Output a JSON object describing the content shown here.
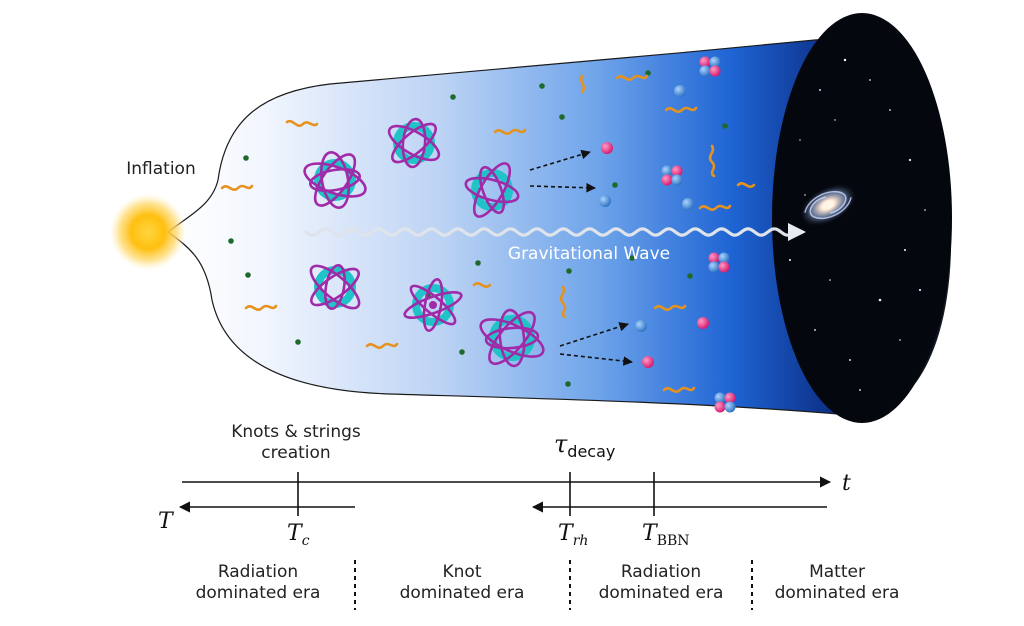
{
  "labels": {
    "inflation": "Inflation",
    "gw": "Gravitational Wave",
    "knots_line1": "Knots & strings",
    "knots_line2": "creation",
    "tau_sym": "τ",
    "tau_sub": "decay",
    "t_axis": "t",
    "T_axis": "T",
    "Tc_sym": "T",
    "Tc_sub": "c",
    "Trh_sym": "T",
    "Trh_sub": "rh",
    "Tbbn_sym": "T",
    "Tbbn_sub": "BBN"
  },
  "eras": [
    {
      "line1": "Radiation",
      "line2": "dominated era"
    },
    {
      "line1": "Knot",
      "line2": "dominated era"
    },
    {
      "line1": "Radiation",
      "line2": "dominated era"
    },
    {
      "line1": "Matter",
      "line2": "dominated era"
    }
  ],
  "colors": {
    "tube_light": "#f6f9ff",
    "tube_mid": "#5f9ae6",
    "tube_deep": "#0d47c2",
    "space": "#06070d",
    "knot_ring": "#1fc3c8",
    "knot_string": "#a02aa8",
    "string_bits": "#e6921f",
    "dots": "#1e6a2a",
    "proton": "#e81f77",
    "neutron": "#3a86d4",
    "sun": "#ffc21a"
  },
  "icons": [
    "sun-icon",
    "galaxy-icon",
    "knot-icon",
    "nucleus-icon",
    "wave-icon"
  ]
}
